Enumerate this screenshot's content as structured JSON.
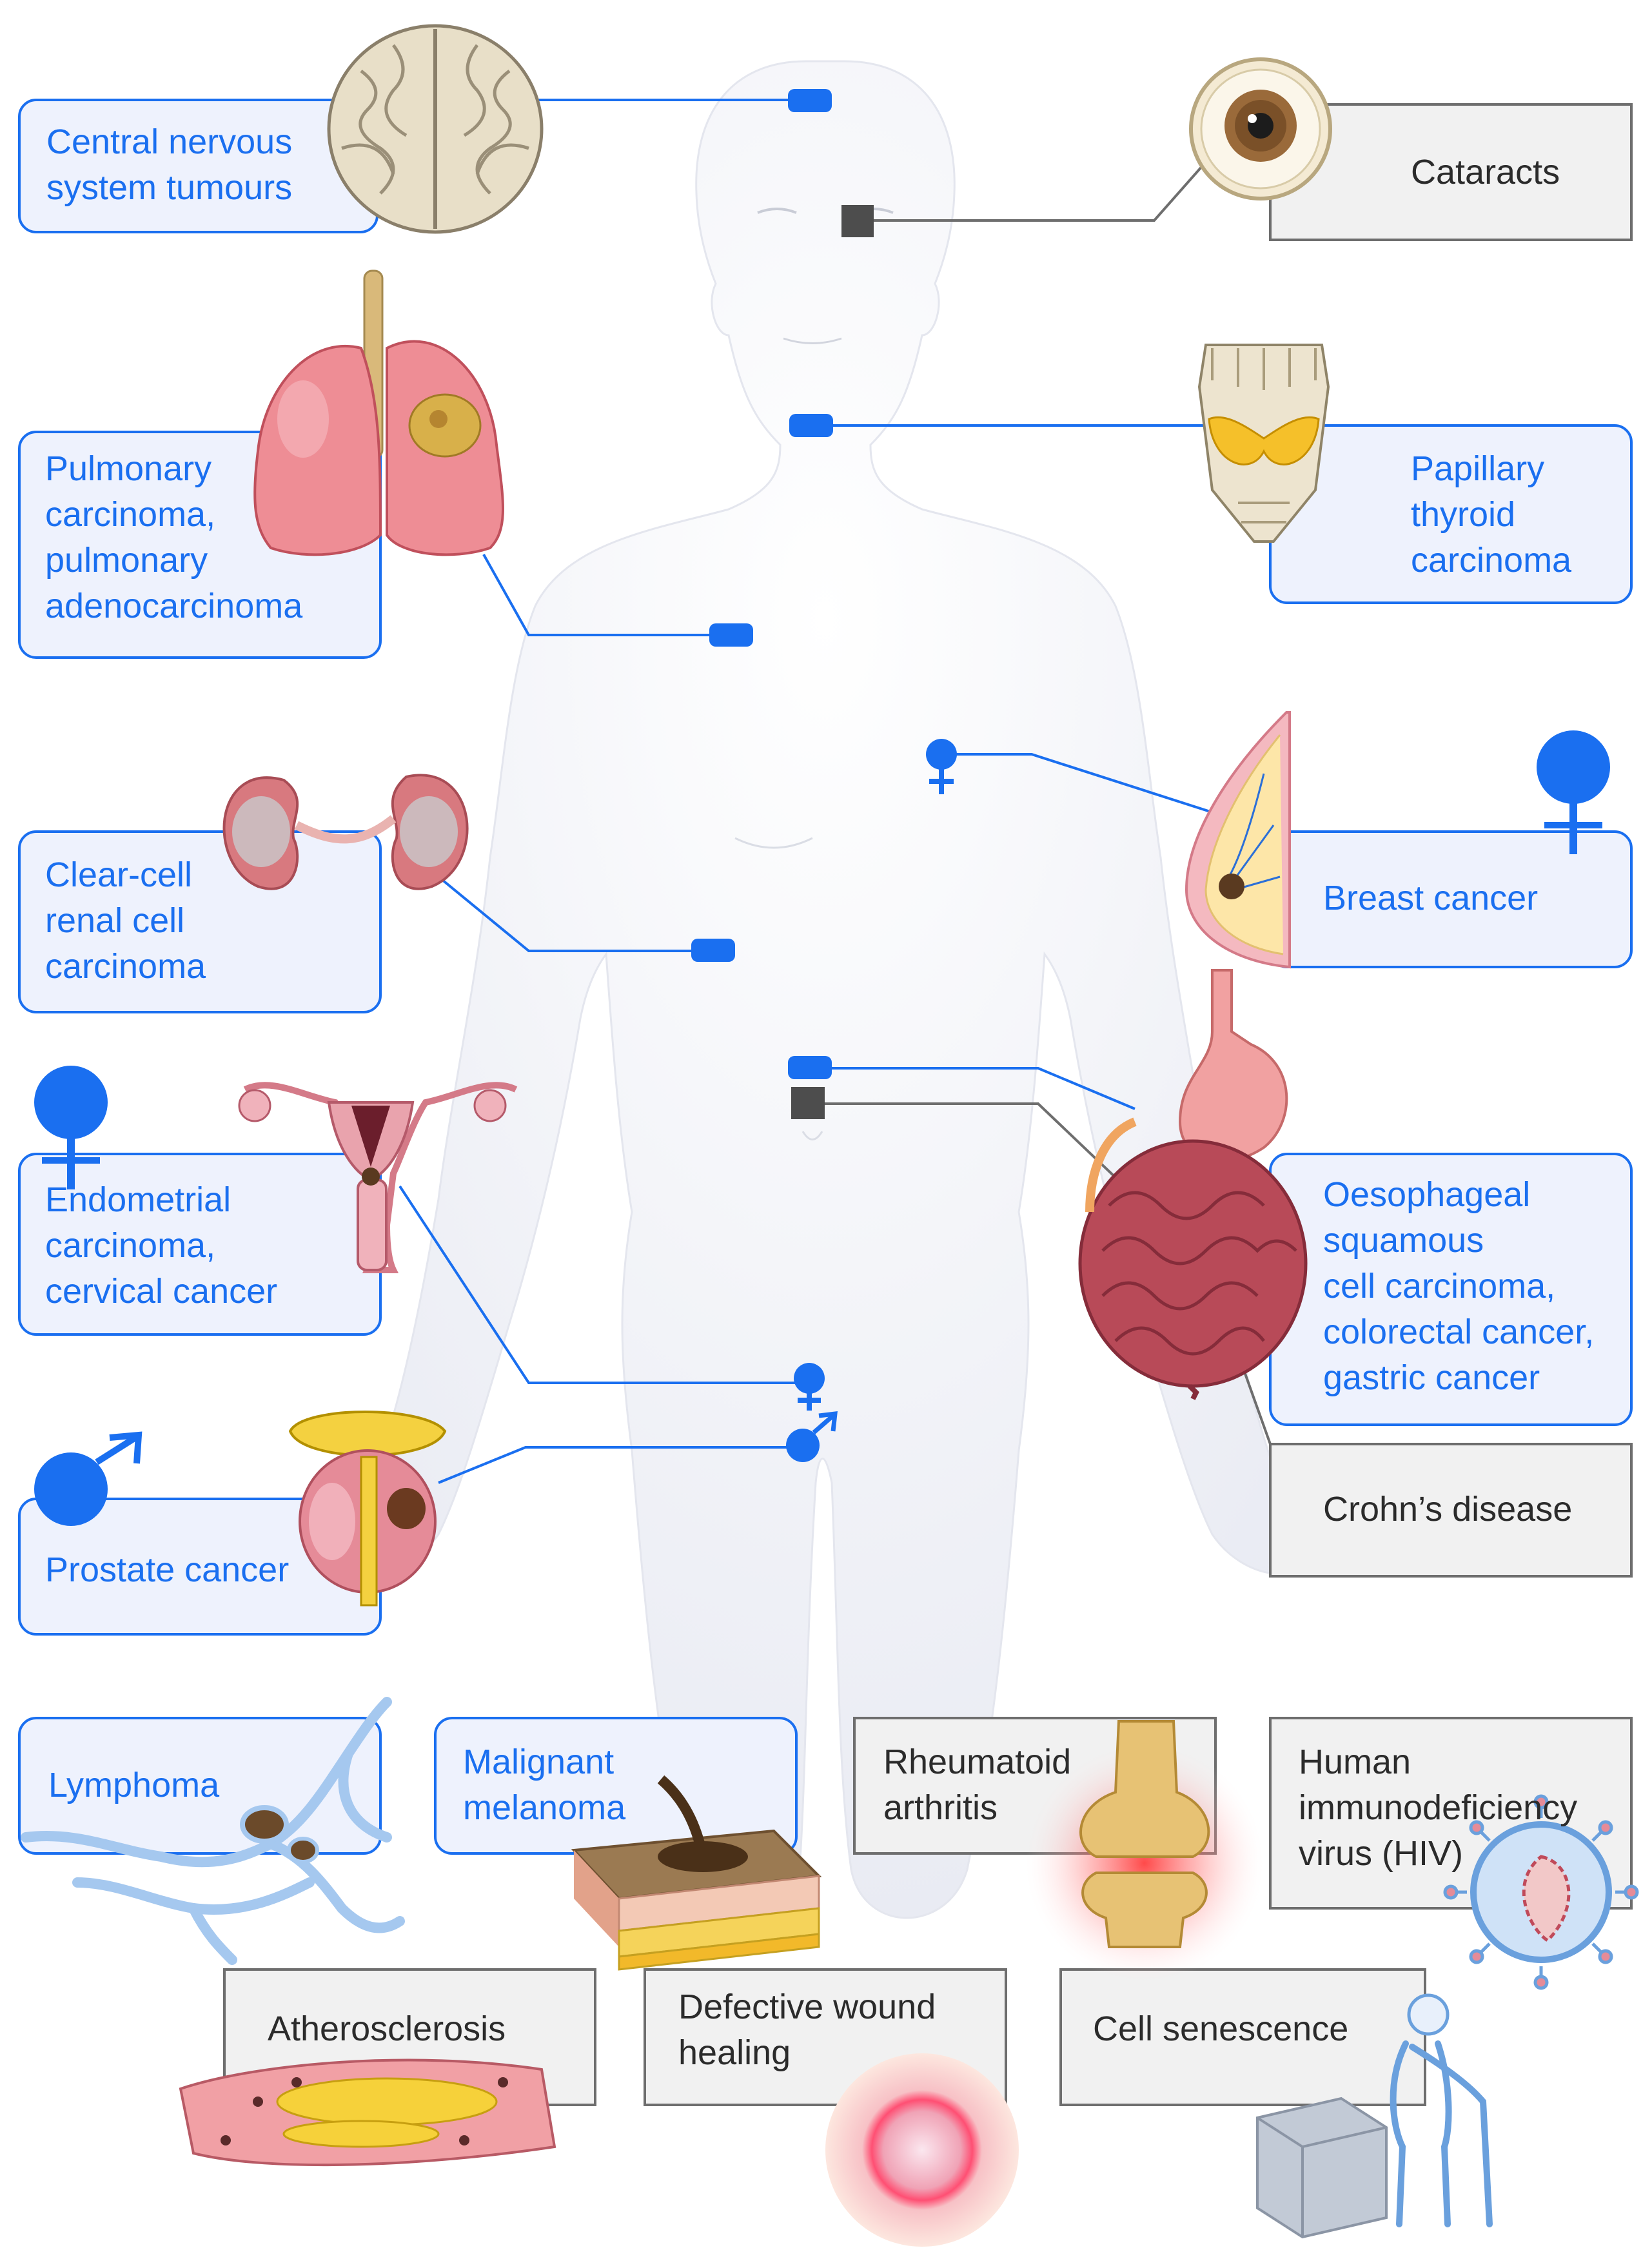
{
  "colors": {
    "cancer_box_fill": "#eef2fd",
    "cancer_border": "#1a6ff0",
    "cancer_text": "#1a6ff0",
    "other_box_fill": "#f1f1f1",
    "other_border": "#6e6e6e",
    "other_text": "#2b2b2b",
    "body_fill": "#f3f4f8"
  },
  "labels": {
    "cns": [
      "Central nervous",
      "system tumours"
    ],
    "cataracts": [
      "Cataracts"
    ],
    "pulmonary": [
      "Pulmonary",
      "carcinoma,",
      "pulmonary",
      "adenocarcinoma"
    ],
    "thyroid": [
      "Papillary",
      "thyroid",
      "carcinoma"
    ],
    "breast": [
      "Breast cancer"
    ],
    "renal": [
      "Clear-cell",
      "renal cell",
      "carcinoma"
    ],
    "endometrial": [
      "Endometrial",
      "carcinoma,",
      "cervical cancer"
    ],
    "gi": [
      "Oesophageal",
      "squamous",
      "cell carcinoma,",
      "colorectal cancer,",
      "gastric cancer"
    ],
    "crohns": [
      "Crohn’s disease"
    ],
    "prostate": [
      "Prostate cancer"
    ],
    "lymphoma": [
      "Lymphoma"
    ],
    "melanoma": [
      "Malignant",
      "melanoma"
    ],
    "rheumatoid": [
      "Rheumatoid",
      "arthritis"
    ],
    "hiv": [
      "Human",
      "immunodeficiency",
      "virus (HIV)"
    ],
    "atherosclerosis": [
      "Atherosclerosis"
    ],
    "wound": [
      "Defective wound",
      "healing"
    ],
    "senescence": [
      "Cell senescence"
    ]
  },
  "icons": {
    "brain": "brain-icon",
    "eye": "eye-icon",
    "lungs": "lungs-icon",
    "thyroid": "thyroid-icon",
    "breast": "breast-icon",
    "kidneys": "kidneys-icon",
    "uterus": "uterus-icon",
    "digestive": "digestive-tract-icon",
    "prostate": "prostate-icon",
    "lymph": "lymphatic-vessels-icon",
    "skin": "skin-section-icon",
    "knee": "knee-joint-icon",
    "virus": "hiv-virus-icon",
    "artery": "artery-plaque-icon",
    "wound": "wound-icon",
    "senescence": "elderly-cell-icon",
    "female": "female-symbol-icon",
    "male": "male-symbol-icon"
  }
}
